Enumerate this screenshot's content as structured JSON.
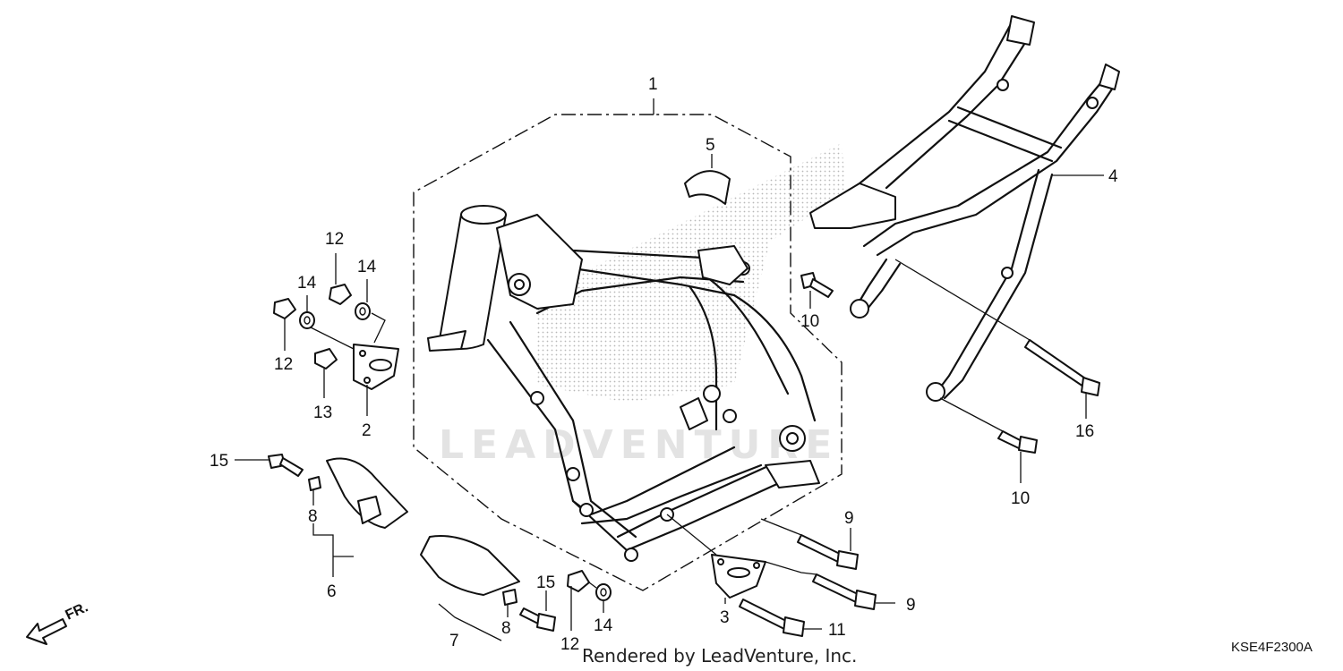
{
  "diagram": {
    "callouts": {
      "c1": "1",
      "c2": "2",
      "c3": "3",
      "c4": "4",
      "c5": "5",
      "c6": "6",
      "c7": "7",
      "c8a": "8",
      "c8b": "8",
      "c9a": "9",
      "c9b": "9",
      "c10a": "10",
      "c10b": "10",
      "c11": "11",
      "c12a": "12",
      "c12b": "12",
      "c12c": "12",
      "c13": "13",
      "c14a": "14",
      "c14b": "14",
      "c14c": "14",
      "c15a": "15",
      "c15b": "15",
      "c16": "16"
    },
    "watermark": "LEADVENTURE",
    "credit": "Rendered by LeadVenture, Inc.",
    "code": "KSE4F2300A",
    "direction_label": "FR."
  }
}
